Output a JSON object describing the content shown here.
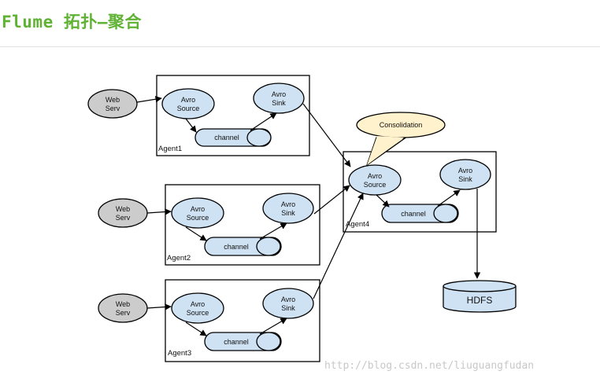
{
  "page": {
    "title": "Flume 拓扑—聚合",
    "watermark": "http://blog.csdn.net/liuguangfudan"
  },
  "diagram": {
    "web_serv_label": [
      "Web",
      "Serv"
    ],
    "avro_source_label": [
      "Avro",
      "Source"
    ],
    "avro_sink_label": [
      "Avro",
      "Sink"
    ],
    "channel_label": "channel",
    "agents": [
      "Agent1",
      "Agent2",
      "Agent3",
      "Agent4"
    ],
    "callout": "Consolidation",
    "hdfs_label": "HDFS"
  },
  "colors": {
    "title": "#5fb233",
    "web_serv_fill": "#cccccc",
    "node_fill": "#cfe2f3",
    "callout_fill": "#fff2cc",
    "hdfs_fill": "#cfe2f3",
    "stroke": "#000000"
  }
}
